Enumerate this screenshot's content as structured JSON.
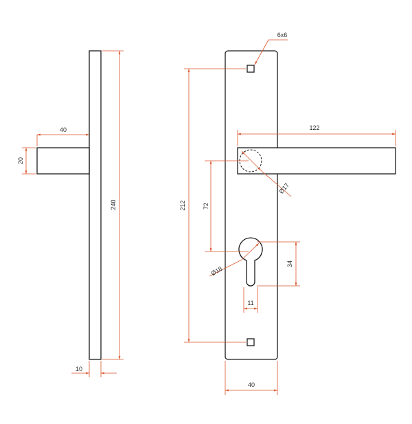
{
  "colors": {
    "outline": "#1a1a1a",
    "dimension": "#d9542b",
    "label": "#2b2b2b",
    "background": "#ffffff"
  },
  "dimensions": {
    "side_handle_length": "40",
    "side_handle_height": "20",
    "side_plate_height": "240",
    "side_plate_thickness": "10",
    "screw_hole_size": "6x6",
    "lever_length": "122",
    "lever_diameter": "Ø17",
    "screw_spacing": "212",
    "handle_to_lock": "72",
    "cylinder_diameter": "Ø18",
    "cylinder_height": "34",
    "cylinder_width": "11",
    "plate_width": "40"
  }
}
